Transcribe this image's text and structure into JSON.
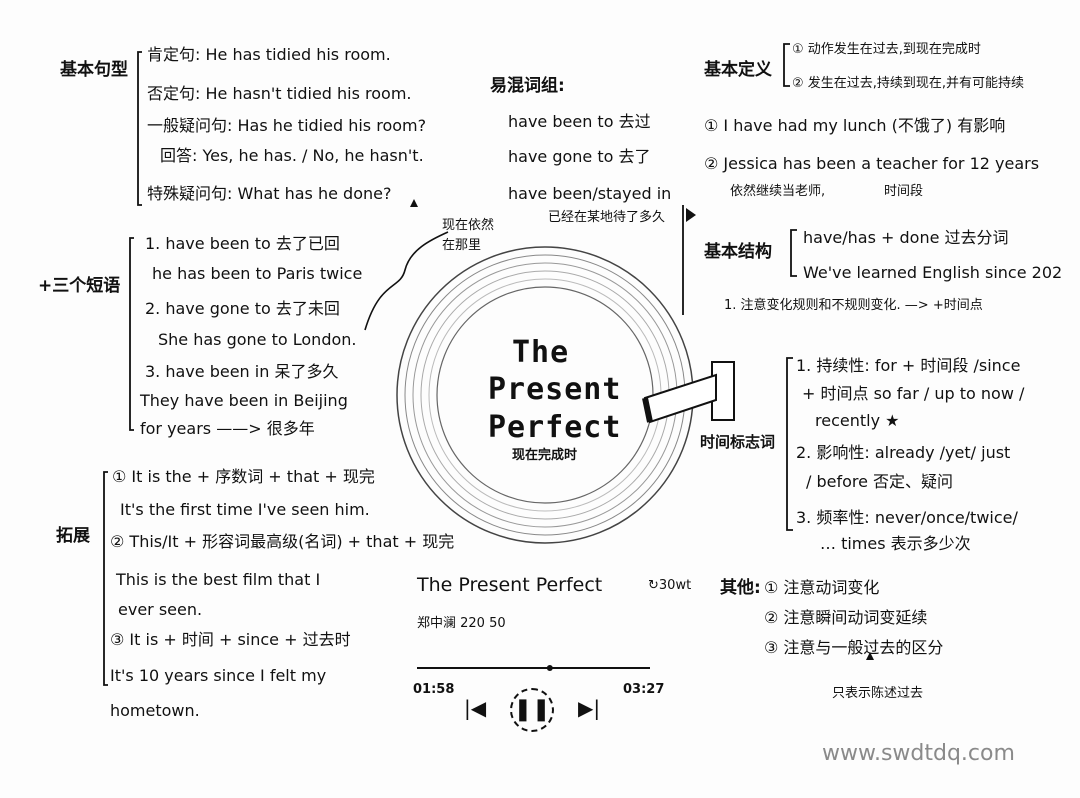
{
  "sentence_patterns": {
    "label": "基本句型",
    "items": [
      "肯定句: He has tidied his room.",
      "否定句: He hasn't tidied his room.",
      "一般疑问句: Has he tidied his room?",
      "回答: Yes, he has. / No, he hasn't.",
      "特殊疑问句: What has he done?"
    ]
  },
  "phrases": {
    "label": "+三个短语",
    "items": [
      "1. have been to 去了已回",
      "he has been to Paris twice",
      "2. have gone to 去了未回",
      "She has gone to London.",
      "3. have been in 呆了多久",
      "They have been in Beijing",
      "for years ——> 很多年"
    ],
    "annotation": "现在依然在那里"
  },
  "extension": {
    "label": "拓展",
    "items": [
      "① It is the + 序数词 + that + 现完",
      "It's the first time I've seen him.",
      "② This/It + 形容词最高级(名词) + that + 现完",
      "This is the best film that I",
      "ever seen.",
      "③ It is + 时间 + since + 过去时",
      "It's 10 years since I felt my",
      "hometown."
    ]
  },
  "confusing": {
    "label": "易混词组:",
    "items": [
      "have been to 去过",
      "have gone to 去了",
      "have been/stayed in",
      "已经在某地待了多久"
    ]
  },
  "definition": {
    "label": "基本定义",
    "items": [
      "① 动作发生在过去,到现在完成时",
      "② 发生在过去,持续到现在,并有可能持续"
    ],
    "examples": [
      "① I have had my lunch (不饿了) 有影响",
      "② Jessica has been a teacher for 12 years",
      "依然继续当老师,",
      "时间段"
    ]
  },
  "structure": {
    "label": "基本结构",
    "items": [
      "have/has + done 过去分词",
      "We've learned English since 202",
      "1. 注意变化规则和不规则变化. —> +时间点"
    ]
  },
  "time_markers": {
    "label": "时间标志词",
    "items": [
      "1. 持续性: for + 时间段 /since",
      "+ 时间点 so far / up to now /",
      "recently ★",
      "2. 影响性: already /yet/ just",
      "/ before 否定、疑问",
      "3. 频率性: never/once/twice/",
      "… times 表示多少次"
    ]
  },
  "others": {
    "label": "其他:",
    "items": [
      "① 注意动词变化",
      "② 注意瞬间动词变延续",
      "③ 注意与一般过去的区分"
    ],
    "note": "只表示陈述过去"
  },
  "record": {
    "title_lines": [
      "The",
      "Present",
      "Perfect"
    ],
    "subtitle": "现在完成时"
  },
  "player": {
    "title": "The Present Perfect",
    "artist": "郑中澜 220 50",
    "repeat_label": "30wt",
    "elapsed": "01:58",
    "total": "03:27",
    "progress": 0.57
  },
  "watermark": "www.swdtdq.com"
}
